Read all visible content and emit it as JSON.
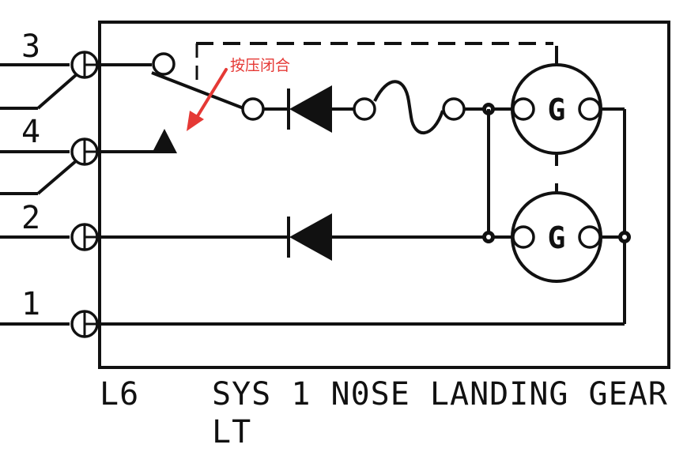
{
  "pins": {
    "p3": "3",
    "p4": "4",
    "p2": "2",
    "p1": "1"
  },
  "lamps": {
    "upper_label": "G",
    "lower_label": "G"
  },
  "annotation": {
    "text": "按压闭合",
    "color": "#e53935"
  },
  "caption": {
    "ref": "L6",
    "line1": "SYS 1 N0SE LANDING GEAR",
    "line2": "LT"
  }
}
